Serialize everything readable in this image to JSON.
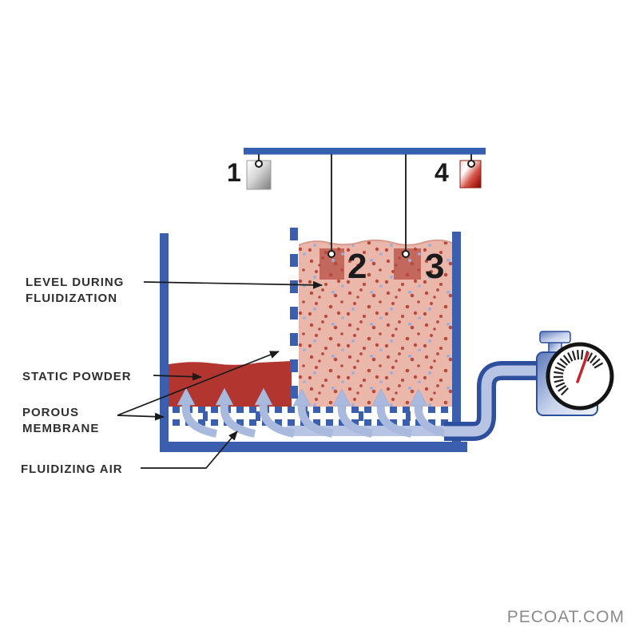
{
  "labels": {
    "level_line1": "LEVEL DURING",
    "level_line2": "FLUIDIZATION",
    "static_powder": "STATIC POWDER",
    "porous_line1": "POROUS",
    "porous_line2": "MEMBRANE",
    "fluidizing_air": "FLUIDIZING AIR"
  },
  "items": [
    {
      "number": "1"
    },
    {
      "number": "2"
    },
    {
      "number": "3"
    },
    {
      "number": "4"
    }
  ],
  "watermark": "PECOAT.COM",
  "colors": {
    "structure_blue": "#3b5fae",
    "hanger_bar_blue": "#3560b2",
    "fluidized_powder_pink": "#ecb7ab",
    "powder_dot_red": "#b5493c",
    "powder_dot_blue": "#9faed6",
    "static_powder_red": "#b23530",
    "dipped_part_red": "#c4675c",
    "air_arrow_blue": "#aab9de",
    "pipe_fill_blue": "#b8c4e4",
    "pipe_outline_blue": "#2d4f9e",
    "gauge_needle_red": "#c1272d",
    "label_text": "#2f2f2f",
    "watermark_gray": "#8b8b8b"
  }
}
